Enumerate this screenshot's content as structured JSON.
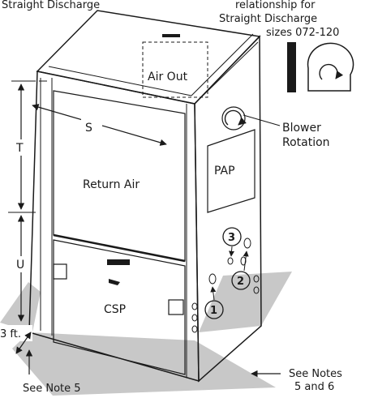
{
  "header": {
    "left_fragment": "Straight Discharge",
    "right_line1": "relationship for",
    "right_line2": "Straight Discharge",
    "right_line3": "sizes 072-120"
  },
  "labels": {
    "air_out": "Air Out",
    "return_air": "Return Air",
    "pap": "PAP",
    "csp": "CSP",
    "dim_s": "S",
    "dim_t": "T",
    "dim_u": "U",
    "clearance": "3 ft.",
    "blower_line1": "Blower",
    "blower_line2": "Rotation",
    "see_note5": "See Note 5",
    "see_notes_line1": "See Notes",
    "see_notes_line2": "5 and 6"
  },
  "callouts": [
    "1",
    "2",
    "3"
  ],
  "colors": {
    "floor": "#c8c8c8",
    "line": "#1a1a1a"
  }
}
